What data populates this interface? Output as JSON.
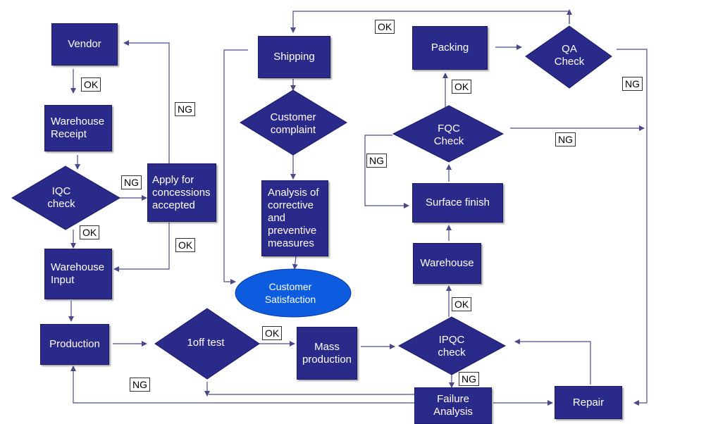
{
  "diagram": {
    "nodes": {
      "vendor": "Vendor",
      "warehouse_receipt": "Warehouse\nReceipt",
      "iqc_check": "IQC\ncheck",
      "apply_concessions": "Apply for\nconcessions\naccepted",
      "warehouse_input": "Warehouse\nInput",
      "production": "Production",
      "first_off_test": "1off test",
      "mass_production": "Mass\nproduction",
      "ipqc_check": "IPQC\ncheck",
      "failure_analysis": "Failure\nAnalysis",
      "repair": "Repair",
      "warehouse": "Warehouse",
      "surface_finish": "Surface finish",
      "fqc_check": "FQC\nCheck",
      "packing": "Packing",
      "qa_check": "QA\nCheck",
      "shipping": "Shipping",
      "customer_complaint": "Customer\ncomplaint",
      "analysis": "Analysis of\ncorrective\nand\npreventive\nmeasures",
      "customer_satisfaction": "Customer\nSatisfaction"
    },
    "tags": {
      "ok": "OK",
      "ng": "NG"
    },
    "colors": {
      "node_fill": "#2a2a8a",
      "ellipse_fill": "#0d5ce0",
      "line": "#4a4a8a"
    }
  }
}
